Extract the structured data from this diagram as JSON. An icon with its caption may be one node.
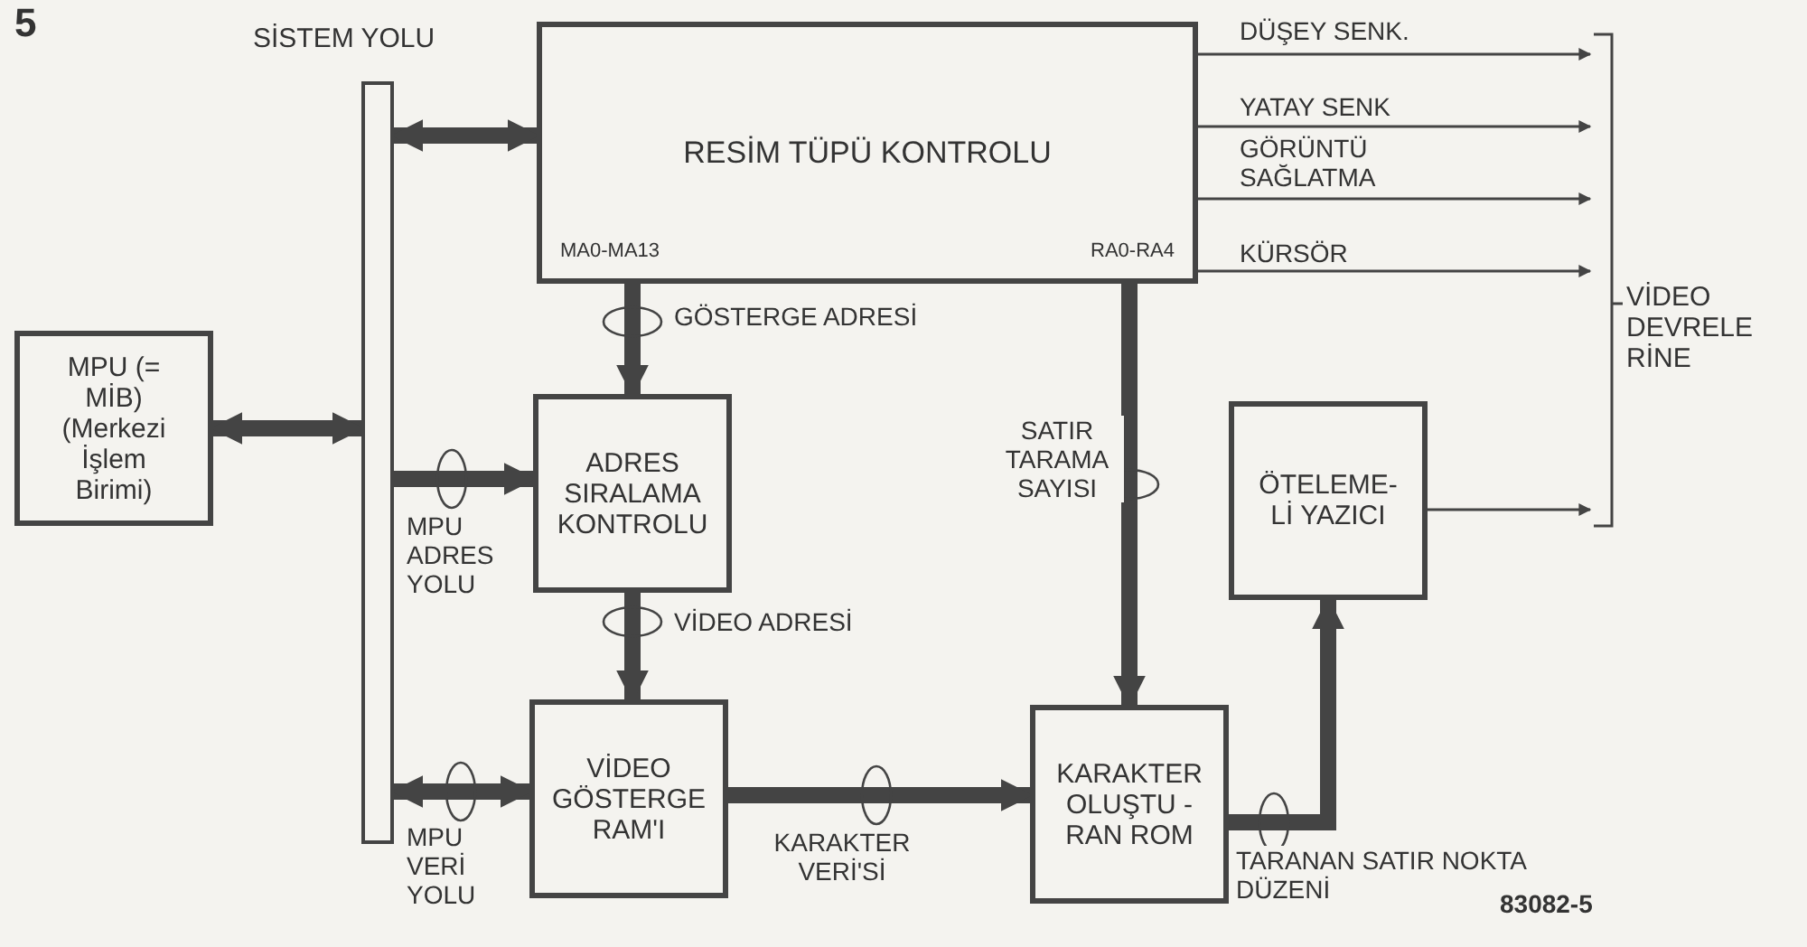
{
  "diagram": {
    "nodes": [
      {
        "text": [
          "MPU (= MİB) (Merkezi İşlem Birimi)"
        ]
      },
      {
        "text": [],
        "shape": "bar"
      },
      {
        "text": [
          "RESİM TÜPÜ KONTROLU",
          "MA0-MA13",
          "RA0-RA4"
        ]
      },
      {
        "text": [
          "ADRES SIRALAMA KONTROLU"
        ]
      },
      {
        "text": [
          "VİDEO GÖSTERGE RAM'I"
        ]
      },
      {
        "text": [
          "KARAKTER OLUŞTU - RAN ROM"
        ]
      },
      {
        "text": [
          "ÖTELEME- Lİ YAZICI"
        ]
      },
      {
        "text": [
          "VİDEO DEVRELE RİNE"
        ]
      }
    ],
    "edges": [
      {
        "from": 0,
        "to": 1,
        "arrow": "both"
      },
      {
        "from": 1,
        "to": 2,
        "arrow": "both"
      },
      {
        "from": 2,
        "to": 3,
        "arrow": "to",
        "label": "GÖSTERGE ADRESİ"
      },
      {
        "from": 1,
        "to": 3,
        "arrow": "to",
        "label": "MPU ADRES YOLU"
      },
      {
        "from": 1,
        "to": 4,
        "arrow": "both",
        "label": "MPU VERİ YOLU"
      },
      {
        "from": 3,
        "to": 4,
        "arrow": "to",
        "label": "VİDEO ADRESİ"
      },
      {
        "from": 4,
        "to": 5,
        "arrow": "to",
        "label": "KARAKTER VERİ'Sİ"
      },
      {
        "from": 2,
        "to": 5,
        "arrow": "to",
        "label": "SATIR TARAMA SAYISI"
      },
      {
        "from": 5,
        "to": 6,
        "arrow": "to",
        "label": "TARANAN SATIR NOKTA DÜZENİ"
      },
      {
        "from": 2,
        "to": 7,
        "arrow": "to",
        "label": "DÜŞEY SENK."
      },
      {
        "from": 2,
        "to": 7,
        "arrow": "to",
        "label": "YATAY SENK"
      },
      {
        "from": 2,
        "to": 7,
        "arrow": "to",
        "label": "GÖRÜNTÜ SAĞLATMA"
      },
      {
        "from": 2,
        "to": 7,
        "arrow": "to",
        "label": "KÜRSÖR"
      },
      {
        "from": 6,
        "to": 7,
        "arrow": "to"
      }
    ],
    "labels": [
      "5",
      "SİSTEM YOLU",
      "83082-5"
    ]
  }
}
